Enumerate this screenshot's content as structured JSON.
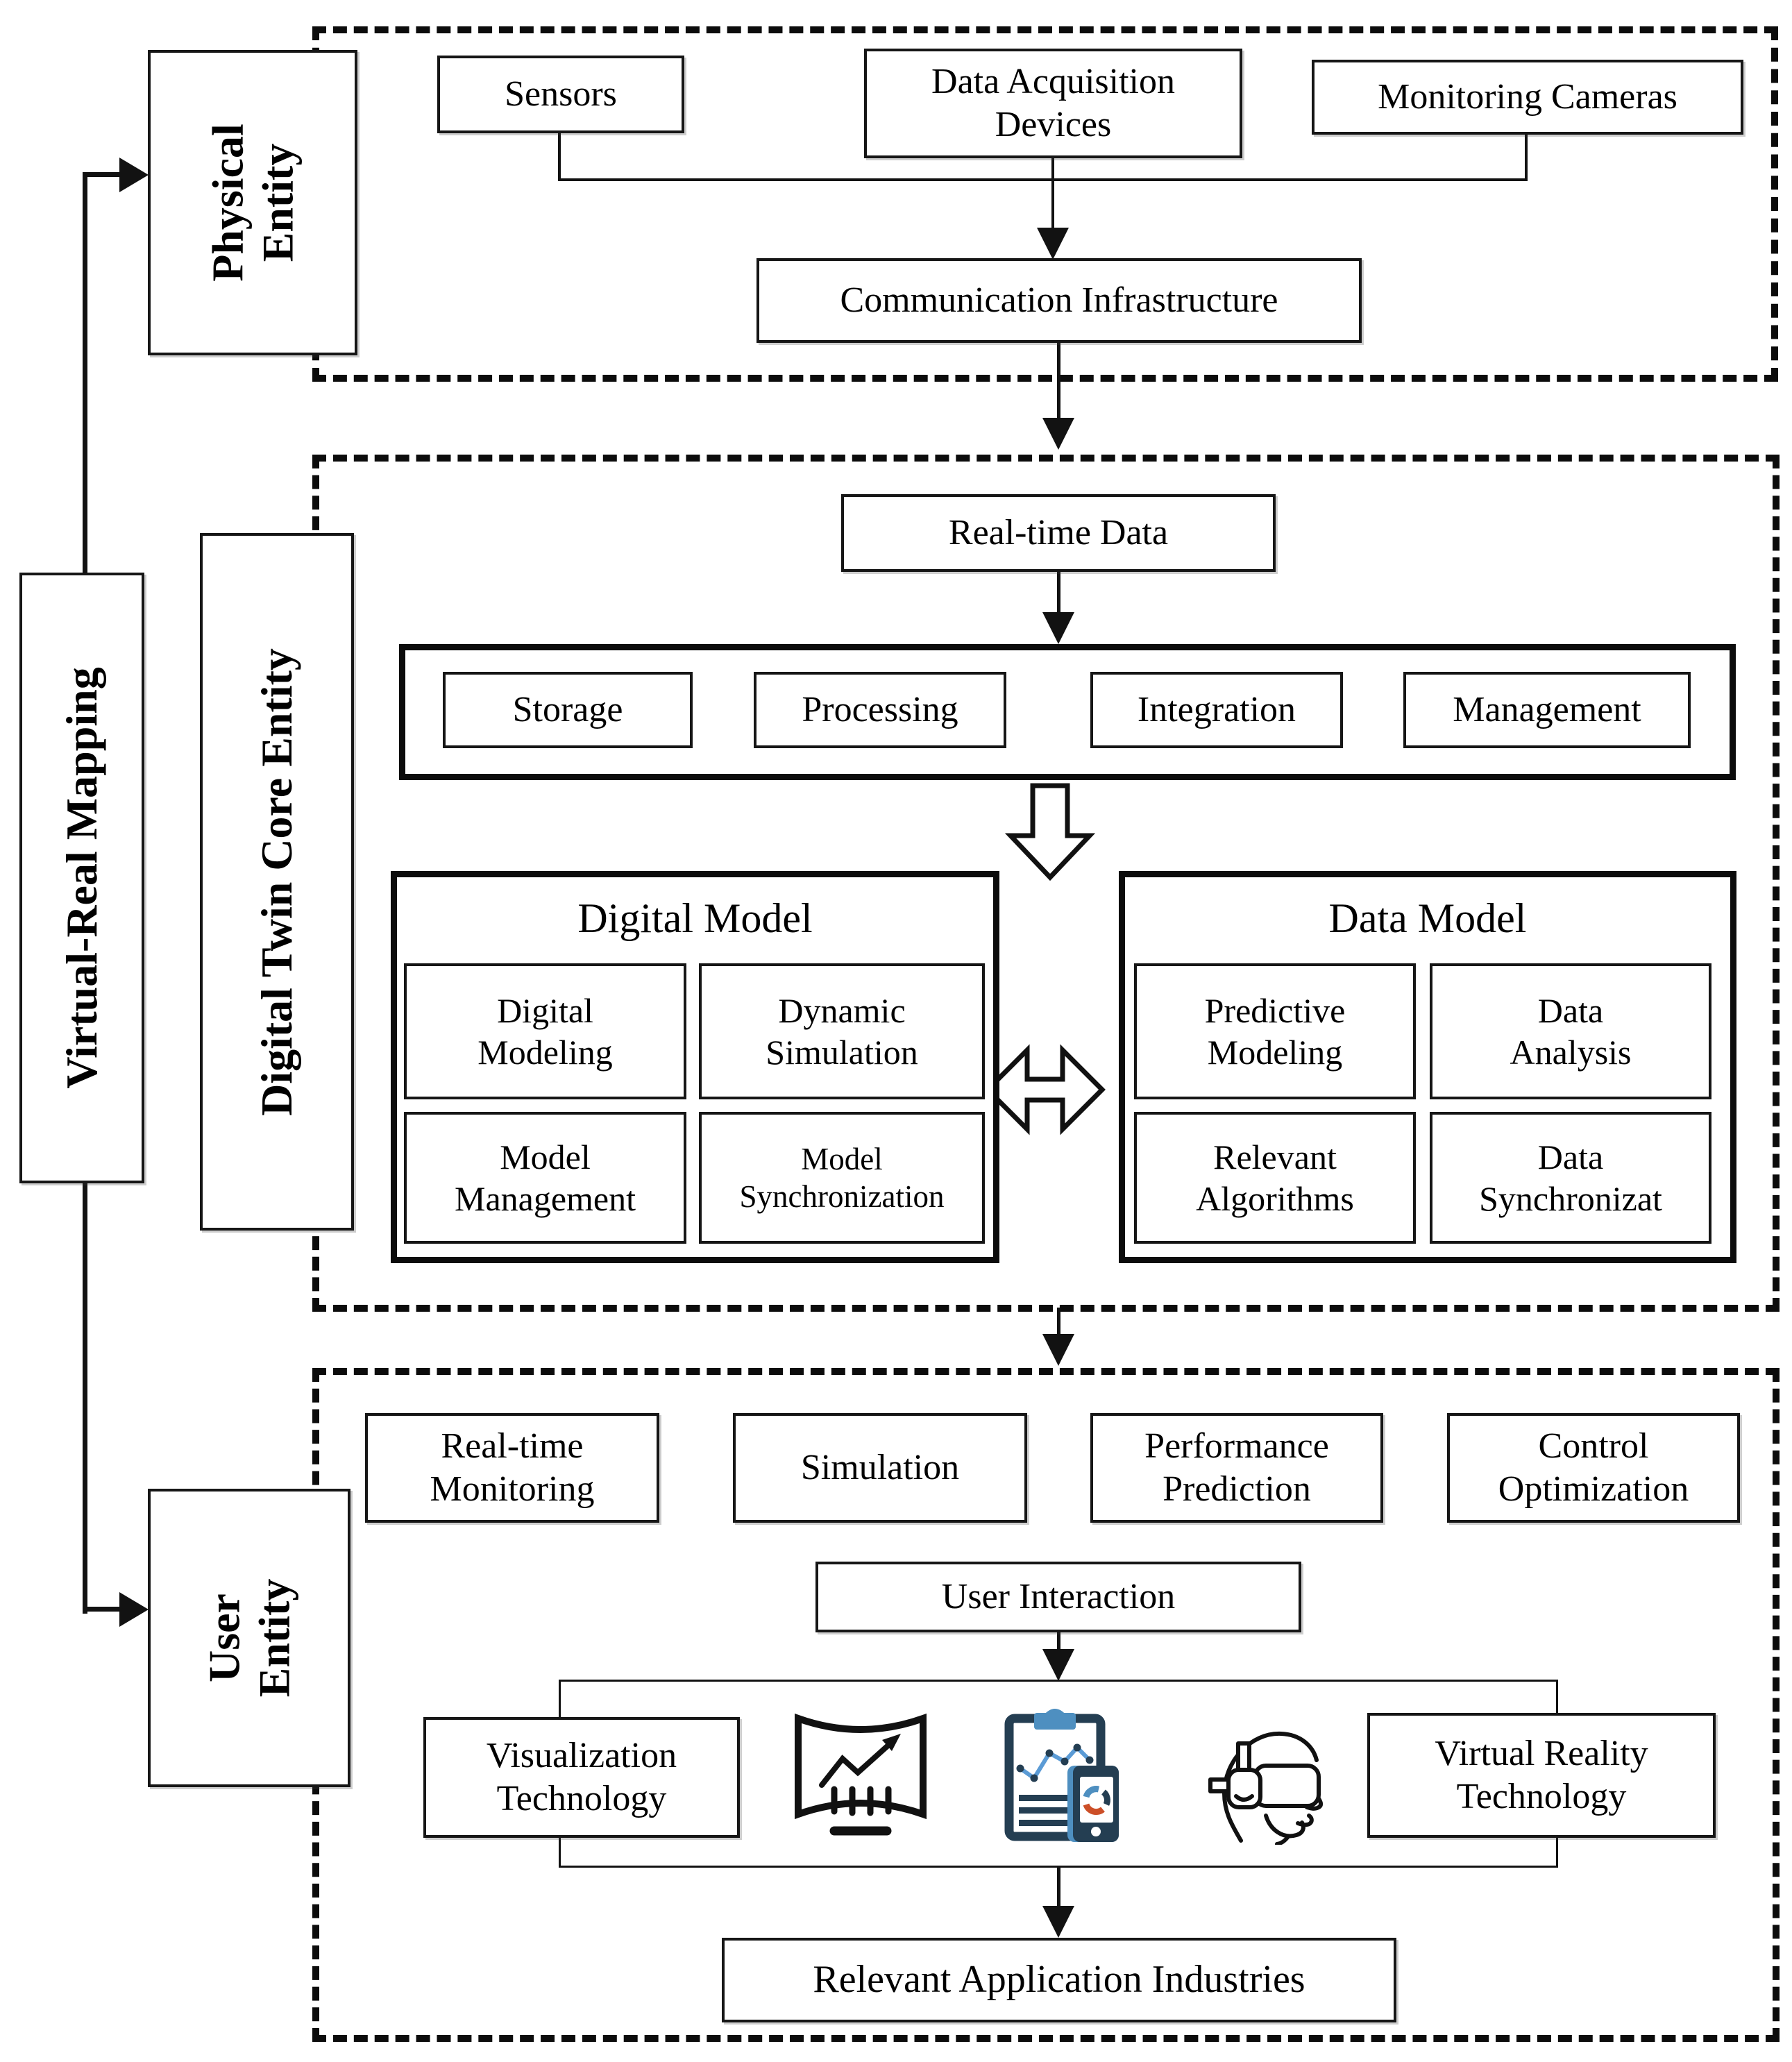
{
  "mapping": {
    "label": "Virtual-Real Mapping"
  },
  "physical": {
    "label": "Physical\nEntity",
    "sensors": "Sensors",
    "acquisition": "Data Acquisition\nDevices",
    "cameras": "Monitoring Cameras",
    "infrastructure": "Communication Infrastructure"
  },
  "core": {
    "label": "Digital Twin Core Entity",
    "realtime": "Real-time Data",
    "pipeline": [
      "Storage",
      "Processing",
      "Integration",
      "Management"
    ],
    "digital_model": {
      "title": "Digital Model",
      "items": [
        "Digital\nModeling",
        "Dynamic\nSimulation",
        "Model\nManagement",
        "Model\nSynchronization"
      ]
    },
    "data_model": {
      "title": "Data Model",
      "items": [
        "Predictive\nModeling",
        "Data\nAnalysis",
        "Relevant\nAlgorithms",
        "Data\nSynchronizat"
      ]
    }
  },
  "user": {
    "label": "User\nEntity",
    "functions": [
      "Real-time\nMonitoring",
      "Simulation",
      "Performance\nPrediction",
      "Control\nOptimization"
    ],
    "interaction": "User Interaction",
    "visualization": "Visualization\nTechnology",
    "virtual_reality": "Virtual Reality\nTechnology",
    "industries": "Relevant Application Industries",
    "icons": [
      "analytics-screen-icon",
      "clipboard-report-icon",
      "vr-headset-icon"
    ]
  },
  "colors": {
    "line": "#111111",
    "icon_navy": "#243e52",
    "icon_blue": "#4e8fc0",
    "icon_light_blue": "#5b9bd5",
    "icon_orange": "#cc4f28"
  }
}
